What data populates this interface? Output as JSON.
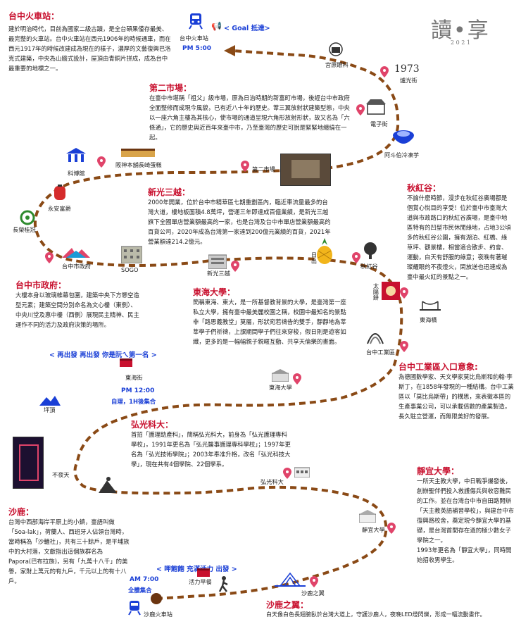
{
  "brand": {
    "title": "讀•享",
    "year": "2 0 2 1"
  },
  "start": {
    "time": "AM 7:00",
    "note": "全體集合",
    "label": "沙鹿火車站",
    "breakfast": "活力早餐"
  },
  "end": {
    "label": "台中火車站",
    "time": "PM 5:00",
    "banner": "< Goal 抵達>"
  },
  "mid_banner": "< 再出發 再出發 你是阮ㄟ第一名 >",
  "mid_time": "PM 12:00",
  "mid_note": "自理，1H後集合",
  "start_banner": "< 呷飽飽 充滿活力 出發 >",
  "places": {
    "gongyuan": "宮原眼科",
    "y1973": "1973",
    "rulu": "爐光街",
    "dianzi": "電子街",
    "asuopo": "阿斗伯冷凍芋",
    "dier": "第二市場",
    "hanshen": "阪神本舖長崎蛋糕",
    "kebo": "科博館",
    "yongan": "永安富爵",
    "changrong": "長榮桂冠",
    "shifu": "台中市政府",
    "sogo": "SOGO",
    "xinguang": "新光三越",
    "richu": "日出",
    "qiuhong": "秋紅谷",
    "taiyang": "太陽餅",
    "donghai_bridge": "東海橋",
    "gongye": "台中工業區",
    "donghai_street": "東海街",
    "donghai_uni": "東海大學",
    "pingding": "坪頂",
    "buyetian": "不夜天",
    "hongguang": "弘光科大",
    "jingyi": "靜宜大學",
    "shalu_wing": "沙鹿之翼"
  },
  "sections": {
    "taichung": {
      "title": "台中火車站：",
      "text": "建於明治時代，目前為國家二級古蹟，是全台碩果僅存最美、最完整的火車站。台中火車站在西元1906年的時候通車，而在西元1917年的時候改建成為現在的樣子，濃厚的文藝復興巴洛克式建築，中央為山牆式設計，屋頂由青銅片拼成，成為台中最重要的地標之一。"
    },
    "market": {
      "title": "第二市場：",
      "text": "在臺中市堪稱「祖父」級市場，原為日治時期的新富町市場，後經台中市政府全面整修而成現今風貌，已有近八十年的歷史。葦三翼放射狀建築型態，中央以一座六角主樓為其核心，使市場的通道呈現六角形放射形狀，故又名為「六條通」，它的歷史與近百年來臺中市，乃至臺灣的歷史可說是緊緊地纏繞在一起。"
    },
    "xinguang": {
      "title": "新光三越：",
      "text": "2000年開業，位於台中市精華區七期重劃區內，臨近車流量最多的台灣大道，樓地板面積4.8萬坪，營運三年即達成百億業績，是新光三越旗下全國單店營業額最高的一家，也是台灣及台中市單店營業額最高的百貨公司，2020年成為台灣第一家達到200億元業績的百貨，2021年營業額達214.2億元。"
    },
    "qiuhong": {
      "title": "秋紅谷：",
      "text": "不論什麼時節，漫步在秋紅谷廣場都是個賞心悅目的享受！位於臺中市臺灣大道與市政路口的秋紅谷廣場，是臺中地區特有的凹型市民休閒綠地，占地3公頃多的秋紅谷公園，擁有湖泊、紅橋、綠草坪、觀景樓，相當適合散步、約會、運動，白天有舒服的綠意；夜晚有著璀璨耀眼的不夜燈火，閑放送也迅速成為臺中最火紅的景點之一。"
    },
    "shifu": {
      "title": "台中市政府：",
      "text": "大樓本身以玻璃帷幕包圍，建築中央下方懸空造型元素；建築空間分別命名為文心樓（東側）、中央川堂及惠中樓（西側）展現民主精神、民主運作不同的活力及政府決策的場所。"
    },
    "donghai": {
      "title": "東海大學：",
      "text": "簡稱東海、東大，是一所基督教背景的大學，是臺灣第一座私立大學，擁有臺中最美麗校園之稱，校園中最知名的景點非「路思義教堂」莫屬，形狀宛若禱告的雙手，靜靜地為莘莘學子們祈禱，上課期間學子們往來穿梭，假日則是遊客如織，更多的是一幅幅親子親暱互動、共享天倫樂的畫面。"
    },
    "gongye": {
      "title": "台中工業區入口意象:",
      "text": "為德國數學家、天文學家莫比烏斯和約翰·李斯丁，在1858年發現的一種結構。台中工業區以「莫比烏斯帶」的構思，來表徵本區的生產事業公司，可以承載倍數的產業製造，長久駐立營運，而無限美好的發展。"
    },
    "hongguang": {
      "title": "弘光科大：",
      "text": "首招「護理助產科」，簡稱弘光科大，前身為「弘光護理專科學校」，1991年更名為「弘光醫事護理專科學校」；1997年更名為「弘光技術學院」；2003年奉准升格，改名「弘光科技大學」，現在共有4個學院、22個學系。"
    },
    "jingyi": {
      "title": "靜宜大學：",
      "text": "一所天主教大學，中日戰爭爆發後，創辦聖伴們投入救護傷兵與收容難民的工作。並在台灣台中市自田路開辦「天主教英語補習學校」，與建台中市復興路校舍，奠定現今靜宜大學的基礎，是台灣首間存在過的極少數女子學院之一。\n1993年更名為「靜宜大學」，同時開始招收男學生。"
    },
    "shalu": {
      "title": "沙鹿：",
      "text": "台灣中西部海岸平原上的小鎮，臺語叫做「Soa-lak」，荷蘭人、西班牙人佔領台灣時，當時稱為「沙轆社」，共有三十餘戶，是平埔族中的大村落，文獻指出這個族群名為Papora(巴布拉族)，另有「九萬十八千」的美譽，家財上萬元的有九戶，千元以上的有十八戶。"
    },
    "shalu_wing": {
      "title": "沙鹿之翼：",
      "text": "白天像白色長翅膀臥於台灣大道上，守護沙鹿人，夜晚LED燈閃爍，形成一幅流動畫作。"
    }
  }
}
